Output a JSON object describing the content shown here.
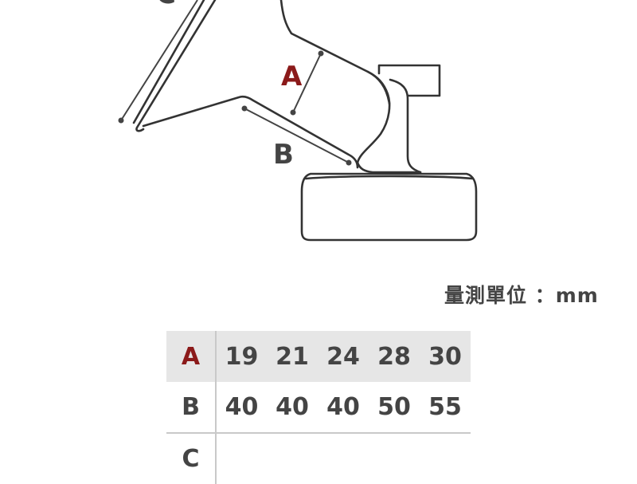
{
  "labels": {
    "a": "A",
    "b": "B",
    "c": "C"
  },
  "unit_note": "量測單位 ：mm",
  "table": {
    "rows": [
      {
        "label": "A",
        "values": [
          "19",
          "21",
          "24",
          "28",
          "30"
        ]
      },
      {
        "label": "B",
        "values": [
          "40",
          "40",
          "40",
          "50",
          "55"
        ]
      },
      {
        "label": "C",
        "values": [
          "",
          "",
          "",
          "",
          ""
        ]
      }
    ]
  },
  "colors": {
    "outline": "#333333",
    "dimension_line": "#444444",
    "label_a": "#8b1a1a",
    "label_b": "#444444",
    "table_header_row": "#e6e6e6",
    "table_border": "#c9c9c9"
  }
}
